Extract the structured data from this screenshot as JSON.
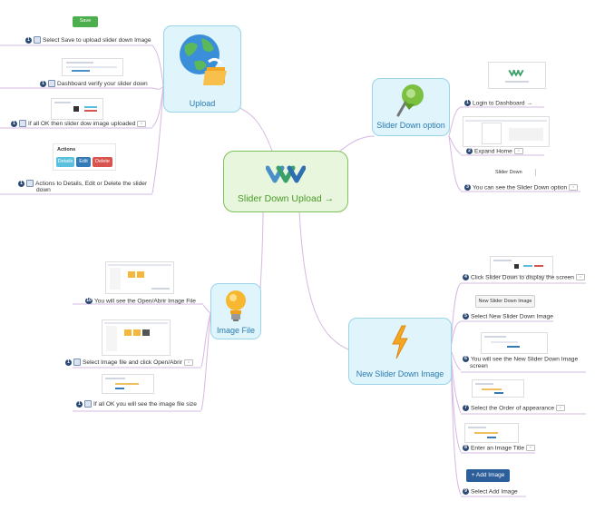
{
  "central": {
    "label": "Slider Down Upload"
  },
  "topics": {
    "upload": "Upload",
    "slider_down_option": "Slider Down option",
    "image_file": "Image File",
    "new_slider_down_image": "New Slider Down Image"
  },
  "upload_items": [
    {
      "num": "1",
      "text": "Select Save to upload slider down Image"
    },
    {
      "num": "1",
      "text": "Dashboard verify your slider down"
    },
    {
      "num": "1",
      "text": "If all OK then slider dow image uploaded"
    },
    {
      "num": "1",
      "text": "Actions to Details, Edit or Delete the slider"
    },
    {
      "num": "",
      "text": "down"
    }
  ],
  "save_button": "Save",
  "actions_panel": {
    "title": "Actions",
    "details": "Details",
    "edit": "Edit",
    "delete": "Delete"
  },
  "slider_items": [
    {
      "num": "1",
      "text": "Login to Dashboard"
    },
    {
      "num": "2",
      "text": "Expand Home"
    },
    {
      "num": "3",
      "text": "You can see the Slider Down option"
    }
  ],
  "slider_down_label": "Slider Down",
  "image_items": [
    {
      "num": "10",
      "text": "You will see the Open/Abrir Image File"
    },
    {
      "num": "1",
      "text": "Select Image file and click Open/Abrir"
    },
    {
      "num": "1",
      "text": "If all OK you will see the image file size"
    }
  ],
  "new_items": [
    {
      "num": "4",
      "text": "Click Slider Down to display the screen"
    },
    {
      "num": "5",
      "text": "Select New Slider Down Image"
    },
    {
      "num": "6",
      "text": "You will see the New Slider Down Image"
    },
    {
      "num": "",
      "text": "screen"
    },
    {
      "num": "7",
      "text": "Select the Order of appearance"
    },
    {
      "num": "8",
      "text": "Enter an Image Title"
    },
    {
      "num": "9",
      "text": "Select Add Image"
    }
  ],
  "new_slider_button": "New Slider Down Image",
  "add_image_button": "+ Add Image",
  "colors": {
    "central_fill": "#e7f6dc",
    "topic_fill": "#dff4fb",
    "link": "#c9a6d6"
  }
}
